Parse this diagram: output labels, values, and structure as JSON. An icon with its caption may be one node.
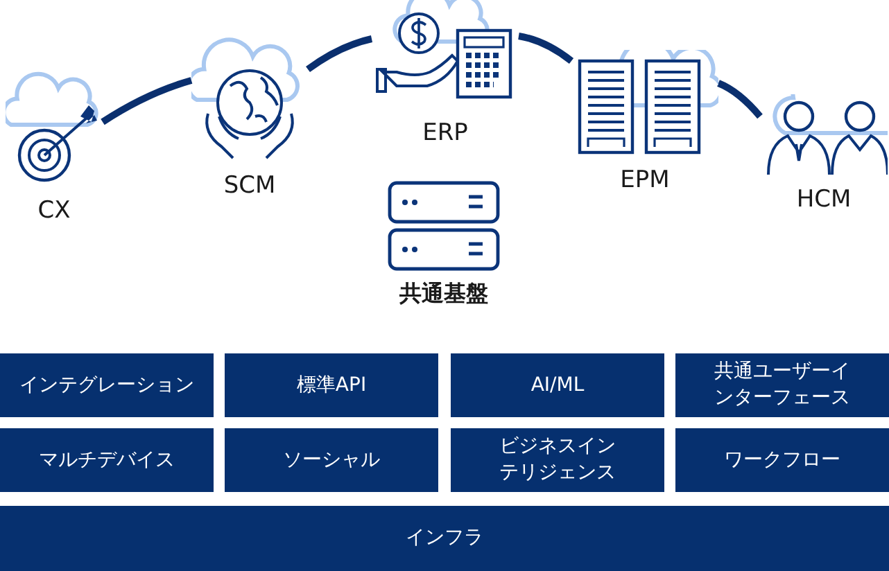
{
  "diagram": {
    "nodes": [
      {
        "text": [
          "CX"
        ]
      },
      {
        "text": [
          "SCM"
        ]
      },
      {
        "text": [
          "ERP"
        ]
      },
      {
        "text": [
          "EPM"
        ]
      },
      {
        "text": [
          "HCM"
        ]
      },
      {
        "text": [
          "共通基盤"
        ]
      },
      {
        "text": [
          "インテグレーション"
        ]
      },
      {
        "text": [
          "標準API"
        ]
      },
      {
        "text": [
          "AI/ML"
        ]
      },
      {
        "text": [
          "共通ユーザーインターフェース"
        ]
      },
      {
        "text": [
          "マルチデバイス"
        ]
      },
      {
        "text": [
          "ソーシャル"
        ]
      },
      {
        "text": [
          "ビジネスインテリジェンス"
        ]
      },
      {
        "text": [
          "ワークフロー"
        ]
      },
      {
        "text": [
          "インフラ"
        ]
      }
    ],
    "edges": [
      {
        "from": 0,
        "to": 1,
        "arrow": "none"
      },
      {
        "from": 1,
        "to": 2,
        "arrow": "none"
      },
      {
        "from": 2,
        "to": 3,
        "arrow": "none"
      },
      {
        "from": 3,
        "to": 4,
        "arrow": "none"
      }
    ]
  }
}
